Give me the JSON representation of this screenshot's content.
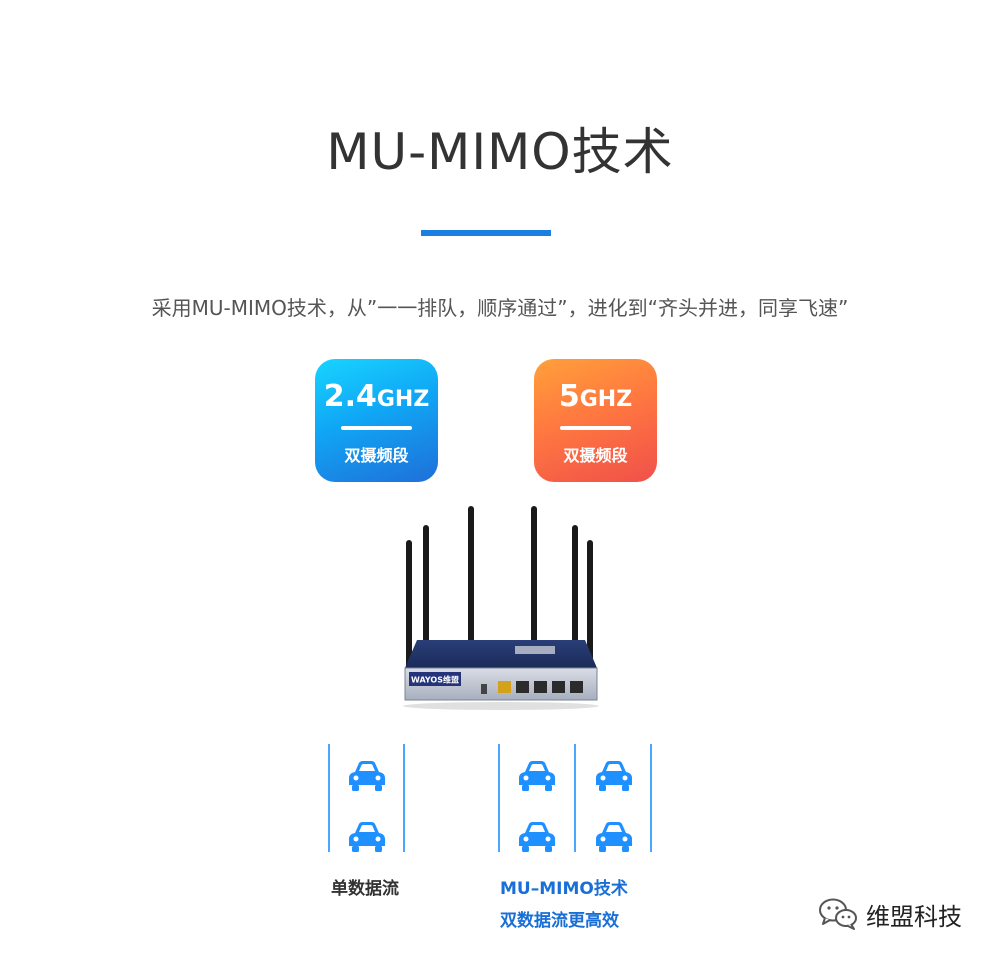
{
  "header": {
    "title": "MU-MIMO技术",
    "subtitle": "采用MU-MIMO技术，从”一一排队，顺序通过”，进化到“齐头并进，同享飞速”"
  },
  "bands": [
    {
      "freq_num": "2.4",
      "freq_unit": "GHZ",
      "label": "双摄频段",
      "color": "#10a6f5"
    },
    {
      "freq_num": "5",
      "freq_unit": "GHZ",
      "label": "双摄频段",
      "color": "#ff7840"
    }
  ],
  "router": {
    "brand_label": "WAYOS维盟"
  },
  "comparison": {
    "single_caption": "单数据流",
    "mimo_caption_1": "MU–MIMO技术",
    "mimo_caption_2": "双数据流更高效",
    "lane_color": "#1e90ff",
    "car_color": "#1e90ff"
  },
  "footer": {
    "brand_name": "维盟科技",
    "brand_icon": "wechat-icon"
  }
}
